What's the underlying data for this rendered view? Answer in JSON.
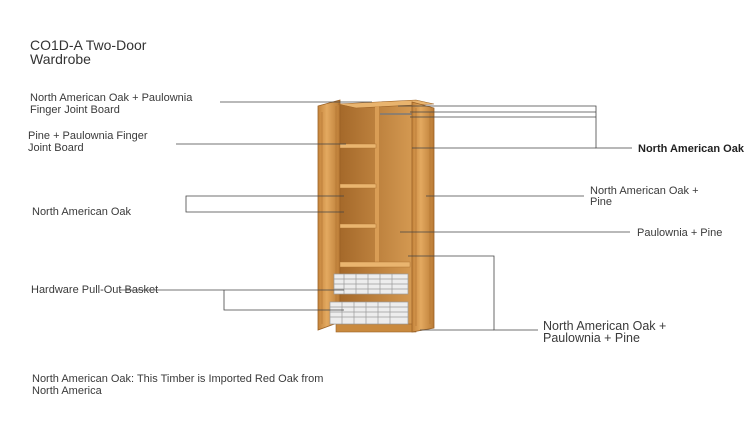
{
  "title": [
    "CO1D-A Two-Door",
    "Wardrobe"
  ],
  "callouts": {
    "oak_paulownia_finger": [
      "North American Oak + Paulownia",
      "Finger Joint Board"
    ],
    "pine_paulownia_finger": [
      "Pine + Paulownia Finger",
      "Joint Board"
    ],
    "oak_left": [
      "North American Oak"
    ],
    "basket": [
      "Hardware Pull-Out Basket"
    ],
    "oak_right": [
      "North American Oak"
    ],
    "oak_pine_right": [
      "North American Oak +",
      "Pine"
    ],
    "paulownia_pine": [
      "Paulownia + Pine"
    ],
    "oak_paulownia_pine": [
      "North American Oak +",
      "Paulownia + Pine"
    ]
  },
  "footnote": [
    "North American Oak: This Timber is Imported Red Oak from",
    "North America"
  ],
  "colors": {
    "wood_light": "#e2a55a",
    "wood_mid": "#c98a3f",
    "wood_dark": "#a86c2b",
    "leader": "#444444",
    "basket": "#9a9a9a"
  }
}
